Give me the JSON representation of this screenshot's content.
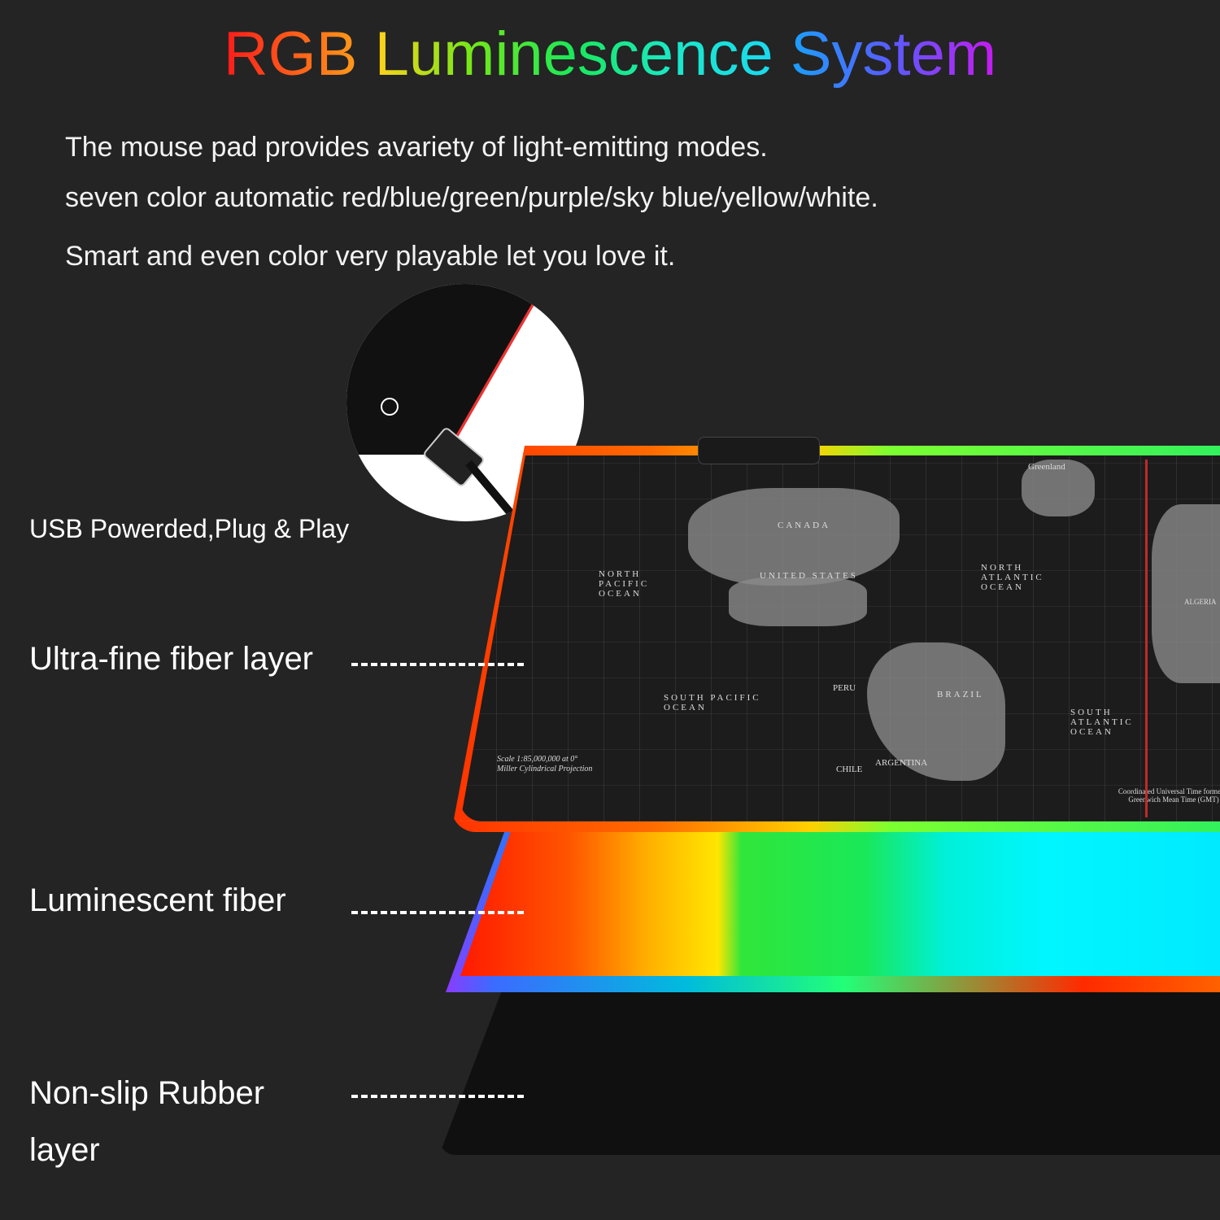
{
  "title": {
    "words": [
      {
        "text": "RGB",
        "gradient": [
          "#ff1a1a",
          "#ff5a1a",
          "#ff9a1a"
        ]
      },
      {
        "text": "Luminescence",
        "gradient": [
          "#ffd21a",
          "#6fe81a",
          "#1ae85a",
          "#1ae8c8",
          "#1ad8f0"
        ]
      },
      {
        "text": "System",
        "gradient": [
          "#1aa0ff",
          "#5a5aff",
          "#c81af0"
        ]
      }
    ]
  },
  "description": [
    "The mouse pad provides avariety of light-emitting modes.",
    "seven color automatic red/blue/green/purple/sky blue/yellow/white.",
    "Smart and even color very playable let you love it."
  ],
  "usb_label": "USB Powerded,Plug & Play",
  "layers": [
    {
      "label": "Ultra-fine fiber layer"
    },
    {
      "label": "Luminescent fiber"
    },
    {
      "label": "Non-slip Rubber",
      "label2": "layer"
    }
  ],
  "map": {
    "labels": [
      "Greenland",
      "CANADA",
      "UNITED STATES",
      "NORTH PACIFIC OCEAN",
      "NORTH ATLANTIC OCEAN",
      "BRAZIL",
      "SOUTH PACIFIC OCEAN",
      "SOUTH ATLANTIC OCEAN",
      "ARGENTINA",
      "CHILE",
      "PERU",
      "ALGERIA",
      "Scale 1:85,000,000 at 0°",
      "Miller Cylindrical Projection",
      "Coordinated Universal Time formerly Greenwich Mean Time (GMT)"
    ]
  },
  "colors": {
    "background": "#242424",
    "dash": "#ffffff",
    "timezone_line": "#c2282a"
  }
}
